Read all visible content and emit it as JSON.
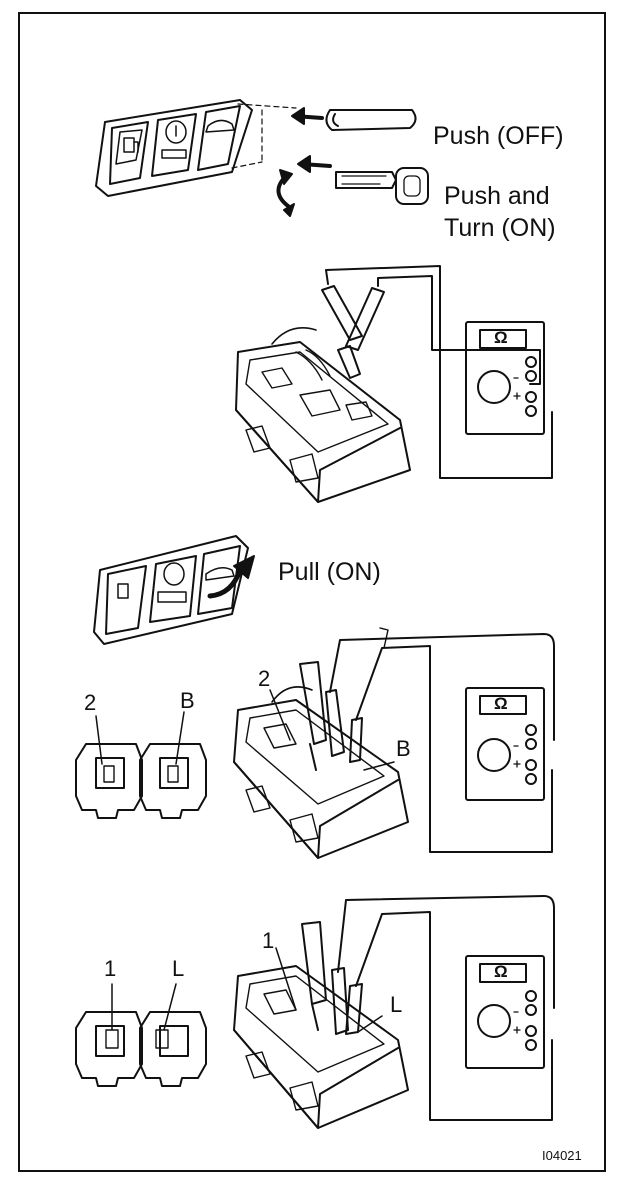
{
  "labels": {
    "push_off": "Push (OFF)",
    "push_turn_line1": "Push and",
    "push_turn_line2": "Turn (ON)",
    "pull_on": "Pull (ON)",
    "terminal_2_connector": "2",
    "terminal_b_connector": "B",
    "terminal_2_switch": "2",
    "terminal_b_switch": "B",
    "terminal_1_connector": "1",
    "terminal_l_connector": "L",
    "terminal_1_switch": "1",
    "terminal_l_switch": "L",
    "figure_code": "I04021"
  },
  "meter_symbol": "Ω",
  "icons": [
    "fuel-door-icon",
    "key-cylinder-icon",
    "trunk-icon",
    "finger-icon",
    "key-icon",
    "rotate-arrow-icon",
    "ohmmeter-icon"
  ]
}
